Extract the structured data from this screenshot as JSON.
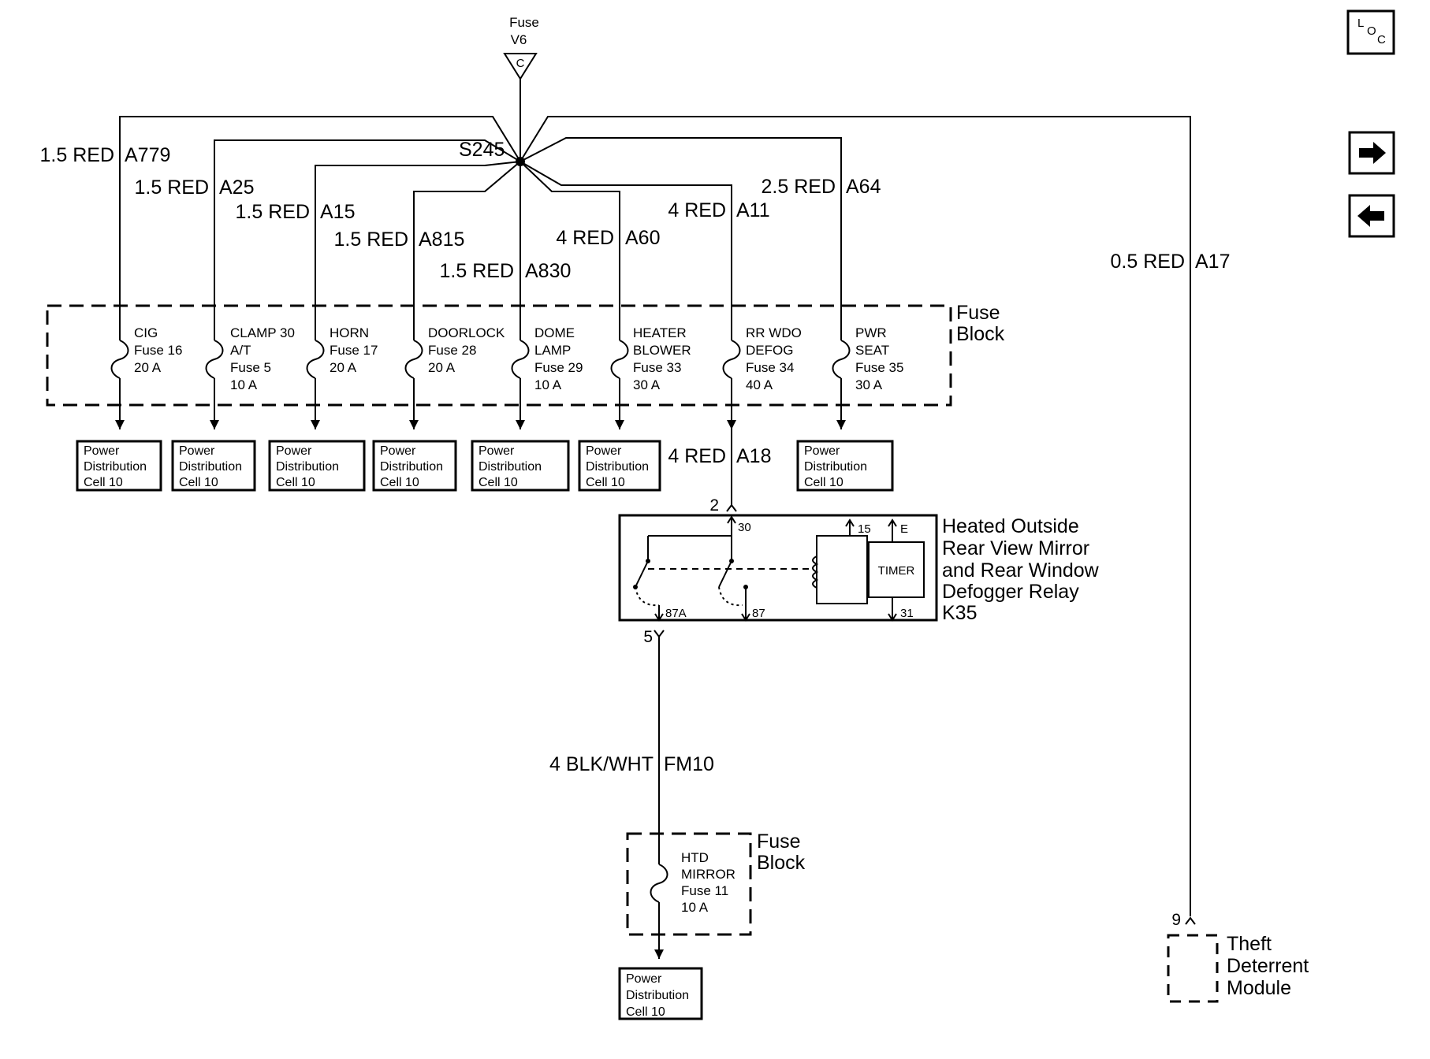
{
  "source": {
    "line1": "Fuse",
    "line2": "V6",
    "connector": "C"
  },
  "splice": "S245",
  "wires": {
    "a779": {
      "gauge": "1.5 RED",
      "circuit": "A779"
    },
    "a25": {
      "gauge": "1.5 RED",
      "circuit": "A25"
    },
    "a15": {
      "gauge": "1.5 RED",
      "circuit": "A15"
    },
    "a815": {
      "gauge": "1.5 RED",
      "circuit": "A815"
    },
    "a830": {
      "gauge": "1.5 RED",
      "circuit": "A830"
    },
    "a60": {
      "gauge": "4 RED",
      "circuit": "A60"
    },
    "a11": {
      "gauge": "4 RED",
      "circuit": "A11"
    },
    "a64": {
      "gauge": "2.5 RED",
      "circuit": "A64"
    },
    "a17": {
      "gauge": "0.5 RED",
      "circuit": "A17"
    },
    "a18": {
      "gauge": "4 RED",
      "circuit": "A18"
    },
    "fm10": {
      "gauge": "4 BLK/WHT",
      "circuit": "FM10"
    }
  },
  "fuse_block": {
    "title_line1": "Fuse",
    "title_line2": "Block",
    "fuses": [
      {
        "lines": [
          "CIG",
          "Fuse 16",
          "20 A"
        ]
      },
      {
        "lines": [
          "CLAMP 30",
          "A/T",
          "Fuse 5",
          "10 A"
        ]
      },
      {
        "lines": [
          "HORN",
          "Fuse 17",
          "20 A"
        ]
      },
      {
        "lines": [
          "DOORLOCK",
          "Fuse 28",
          "20 A"
        ]
      },
      {
        "lines": [
          "DOME",
          "LAMP",
          "Fuse 29",
          "10 A"
        ]
      },
      {
        "lines": [
          "HEATER",
          "BLOWER",
          "Fuse 33",
          "30 A"
        ]
      },
      {
        "lines": [
          "RR WDO",
          "DEFOG",
          "Fuse 34",
          "40 A"
        ]
      },
      {
        "lines": [
          "PWR",
          "SEAT",
          "Fuse 35",
          "30 A"
        ]
      }
    ]
  },
  "power_distribution": {
    "line1": "Power",
    "line2": "Distribution",
    "line3": "Cell 10"
  },
  "relay": {
    "name_lines": [
      "Heated Outside",
      "Rear View Mirror",
      "and Rear Window",
      "Defogger Relay",
      "K35"
    ],
    "timer": "TIMER",
    "terminals": {
      "t30": "30",
      "t15": "15",
      "tE": "E",
      "t87a": "87A",
      "t87": "87",
      "t31": "31"
    },
    "pin_in": "2",
    "pin_out": "5"
  },
  "fuse_block_2": {
    "title_line1": "Fuse",
    "title_line2": "Block",
    "fuse_lines": [
      "HTD",
      "MIRROR",
      "Fuse 11",
      "10 A"
    ]
  },
  "theft_module": {
    "pin": "9",
    "lines": [
      "Theft",
      "Deterrent",
      "Module"
    ]
  },
  "nav": {
    "loc_l": "L",
    "loc_o": "O",
    "loc_c": "C",
    "next_icon": "arrow-right-icon",
    "prev_icon": "arrow-left-icon"
  }
}
